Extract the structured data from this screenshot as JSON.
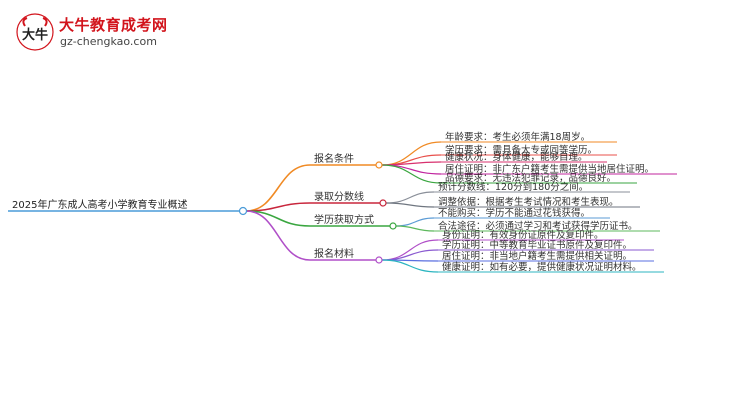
{
  "logo": {
    "title": "大牛教育成考网",
    "url": "gz-chengkao.com",
    "mark_text": "大牛"
  },
  "mindmap": {
    "root": "2025年广东成人高考小学教育专业概述",
    "branches": [
      {
        "label": "报名条件",
        "color": "#f08a24",
        "leaves": [
          {
            "text": "年龄要求：考生必须年满18周岁。",
            "color": "#f08a24"
          },
          {
            "text": "学历要求：需具备大专或同等学历。",
            "color": "#e8504b"
          },
          {
            "text": "健康状况：身体健康，能够自理。",
            "color": "#d8306e"
          },
          {
            "text": "居住证明：非广东户籍考生需提供当地居住证明。",
            "color": "#c0249e"
          },
          {
            "text": "品德要求：无违法犯罪记录，品德良好。",
            "color": "#3aa640"
          }
        ]
      },
      {
        "label": "录取分数线",
        "color": "#c8263c",
        "leaves": [
          {
            "text": "预计分数线：120分到180分之间。",
            "color": "#8a8f99"
          },
          {
            "text": "调整依据：根据考生考试情况和考生表现。",
            "color": "#6f7680"
          }
        ]
      },
      {
        "label": "学历获取方式",
        "color": "#3aa640",
        "leaves": [
          {
            "text": "不能购买：学历不能通过花钱获得。",
            "color": "#5b9bd5"
          },
          {
            "text": "合法途径：必须通过学习和考试获得学历证书。",
            "color": "#5cb85c"
          }
        ]
      },
      {
        "label": "报名材料",
        "color": "#b04fc8",
        "leaves": [
          {
            "text": "身份证明：有效身份证原件及复印件。",
            "color": "#b04fc8"
          },
          {
            "text": "学历证明：中等教育毕业证书原件及复印件。",
            "color": "#8a5ad0"
          },
          {
            "text": "居住证明：非当地户籍考生需提供相关证明。",
            "color": "#5a6fe0"
          },
          {
            "text": "健康证明：如有必要，提供健康状况证明材料。",
            "color": "#2cb5c0"
          }
        ]
      }
    ]
  }
}
